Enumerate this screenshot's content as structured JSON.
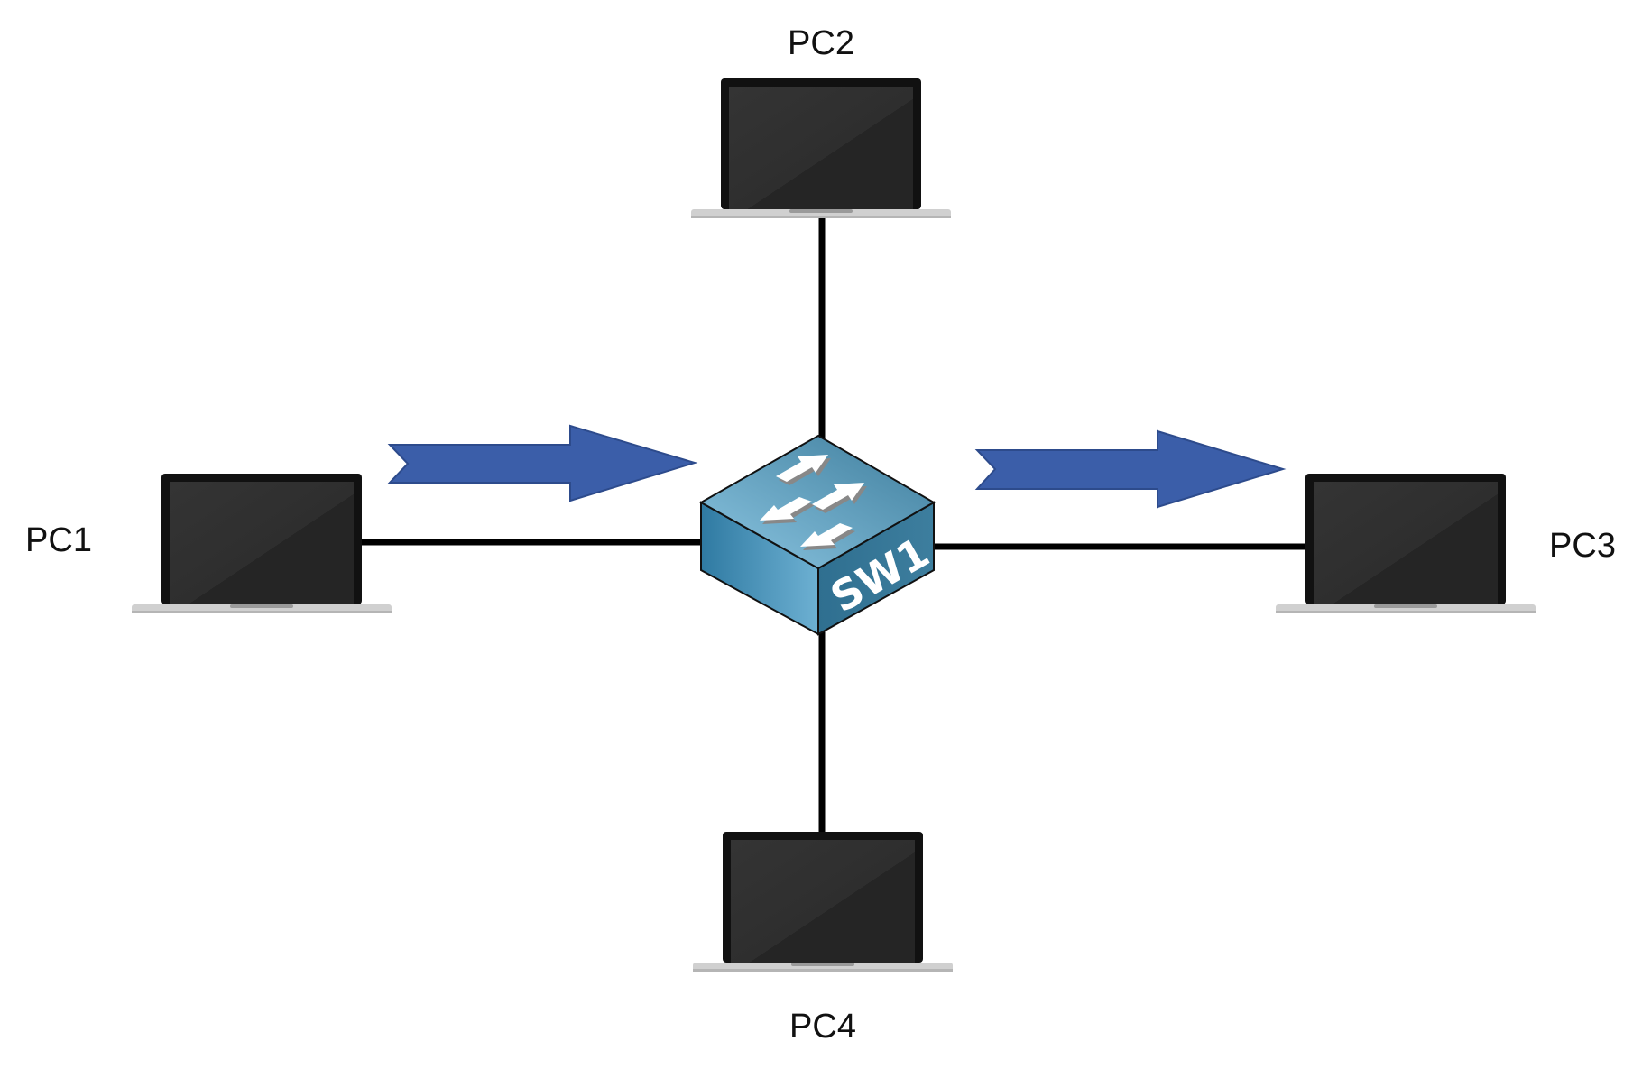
{
  "nodes": {
    "pc1": {
      "label": "PC1"
    },
    "pc2": {
      "label": "PC2"
    },
    "pc3": {
      "label": "PC3"
    },
    "pc4": {
      "label": "PC4"
    },
    "sw1": {
      "label": "SW1"
    }
  },
  "colors": {
    "arrow": "#3a5ea8",
    "link": "#000000",
    "switch": "#4a90b4"
  }
}
